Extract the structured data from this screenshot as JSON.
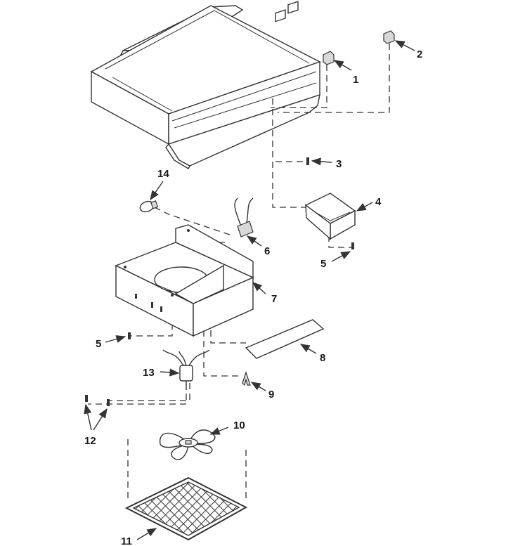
{
  "parts": [
    {
      "id": "p1",
      "label": "1"
    },
    {
      "id": "p2",
      "label": "2"
    },
    {
      "id": "p3",
      "label": "3"
    },
    {
      "id": "p4",
      "label": "4"
    },
    {
      "id": "p5a",
      "label": "5"
    },
    {
      "id": "p5b",
      "label": "5"
    },
    {
      "id": "p6",
      "label": "6"
    },
    {
      "id": "p7",
      "label": "7"
    },
    {
      "id": "p8",
      "label": "8"
    },
    {
      "id": "p9",
      "label": "9"
    },
    {
      "id": "p10",
      "label": "10"
    },
    {
      "id": "p11",
      "label": "11"
    },
    {
      "id": "p12",
      "label": "12"
    },
    {
      "id": "p13",
      "label": "13"
    },
    {
      "id": "p14",
      "label": "14"
    }
  ]
}
